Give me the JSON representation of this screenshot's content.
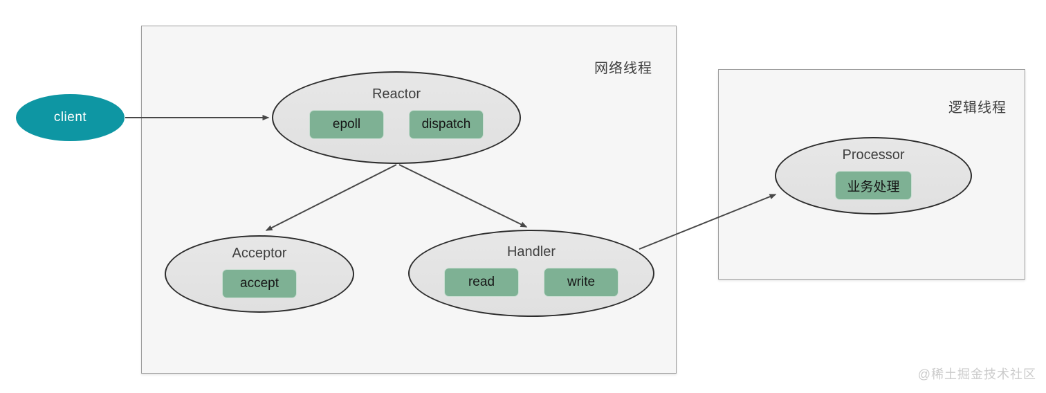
{
  "diagram": {
    "title_hint": "single-reactor thread model",
    "regions": {
      "network": {
        "label": "网络线程"
      },
      "logic": {
        "label": "逻辑线程"
      }
    },
    "nodes": {
      "client": {
        "label": "client"
      },
      "reactor": {
        "title": "Reactor",
        "ops": [
          {
            "label": "epoll"
          },
          {
            "label": "dispatch"
          }
        ]
      },
      "acceptor": {
        "title": "Acceptor",
        "ops": [
          {
            "label": "accept"
          }
        ]
      },
      "handler": {
        "title": "Handler",
        "ops": [
          {
            "label": "read"
          },
          {
            "label": "write"
          }
        ]
      },
      "processor": {
        "title": "Processor",
        "ops": [
          {
            "label": "业务处理"
          }
        ]
      }
    },
    "edges": [
      {
        "from": "client",
        "to": "reactor"
      },
      {
        "from": "reactor",
        "to": "acceptor"
      },
      {
        "from": "reactor",
        "to": "handler"
      },
      {
        "from": "handler",
        "to": "processor"
      }
    ],
    "colors": {
      "client_fill": "#0e96a3",
      "op_fill": "#7eb194",
      "ellipse_fill": "#e3e3e3",
      "ellipse_border": "#2d2d2d",
      "region_fill": "#f6f6f6",
      "region_border": "#9b9b9b",
      "arrow": "#474747",
      "label_text": "#3f3f3f"
    },
    "watermark": "@稀土掘金技术社区"
  }
}
